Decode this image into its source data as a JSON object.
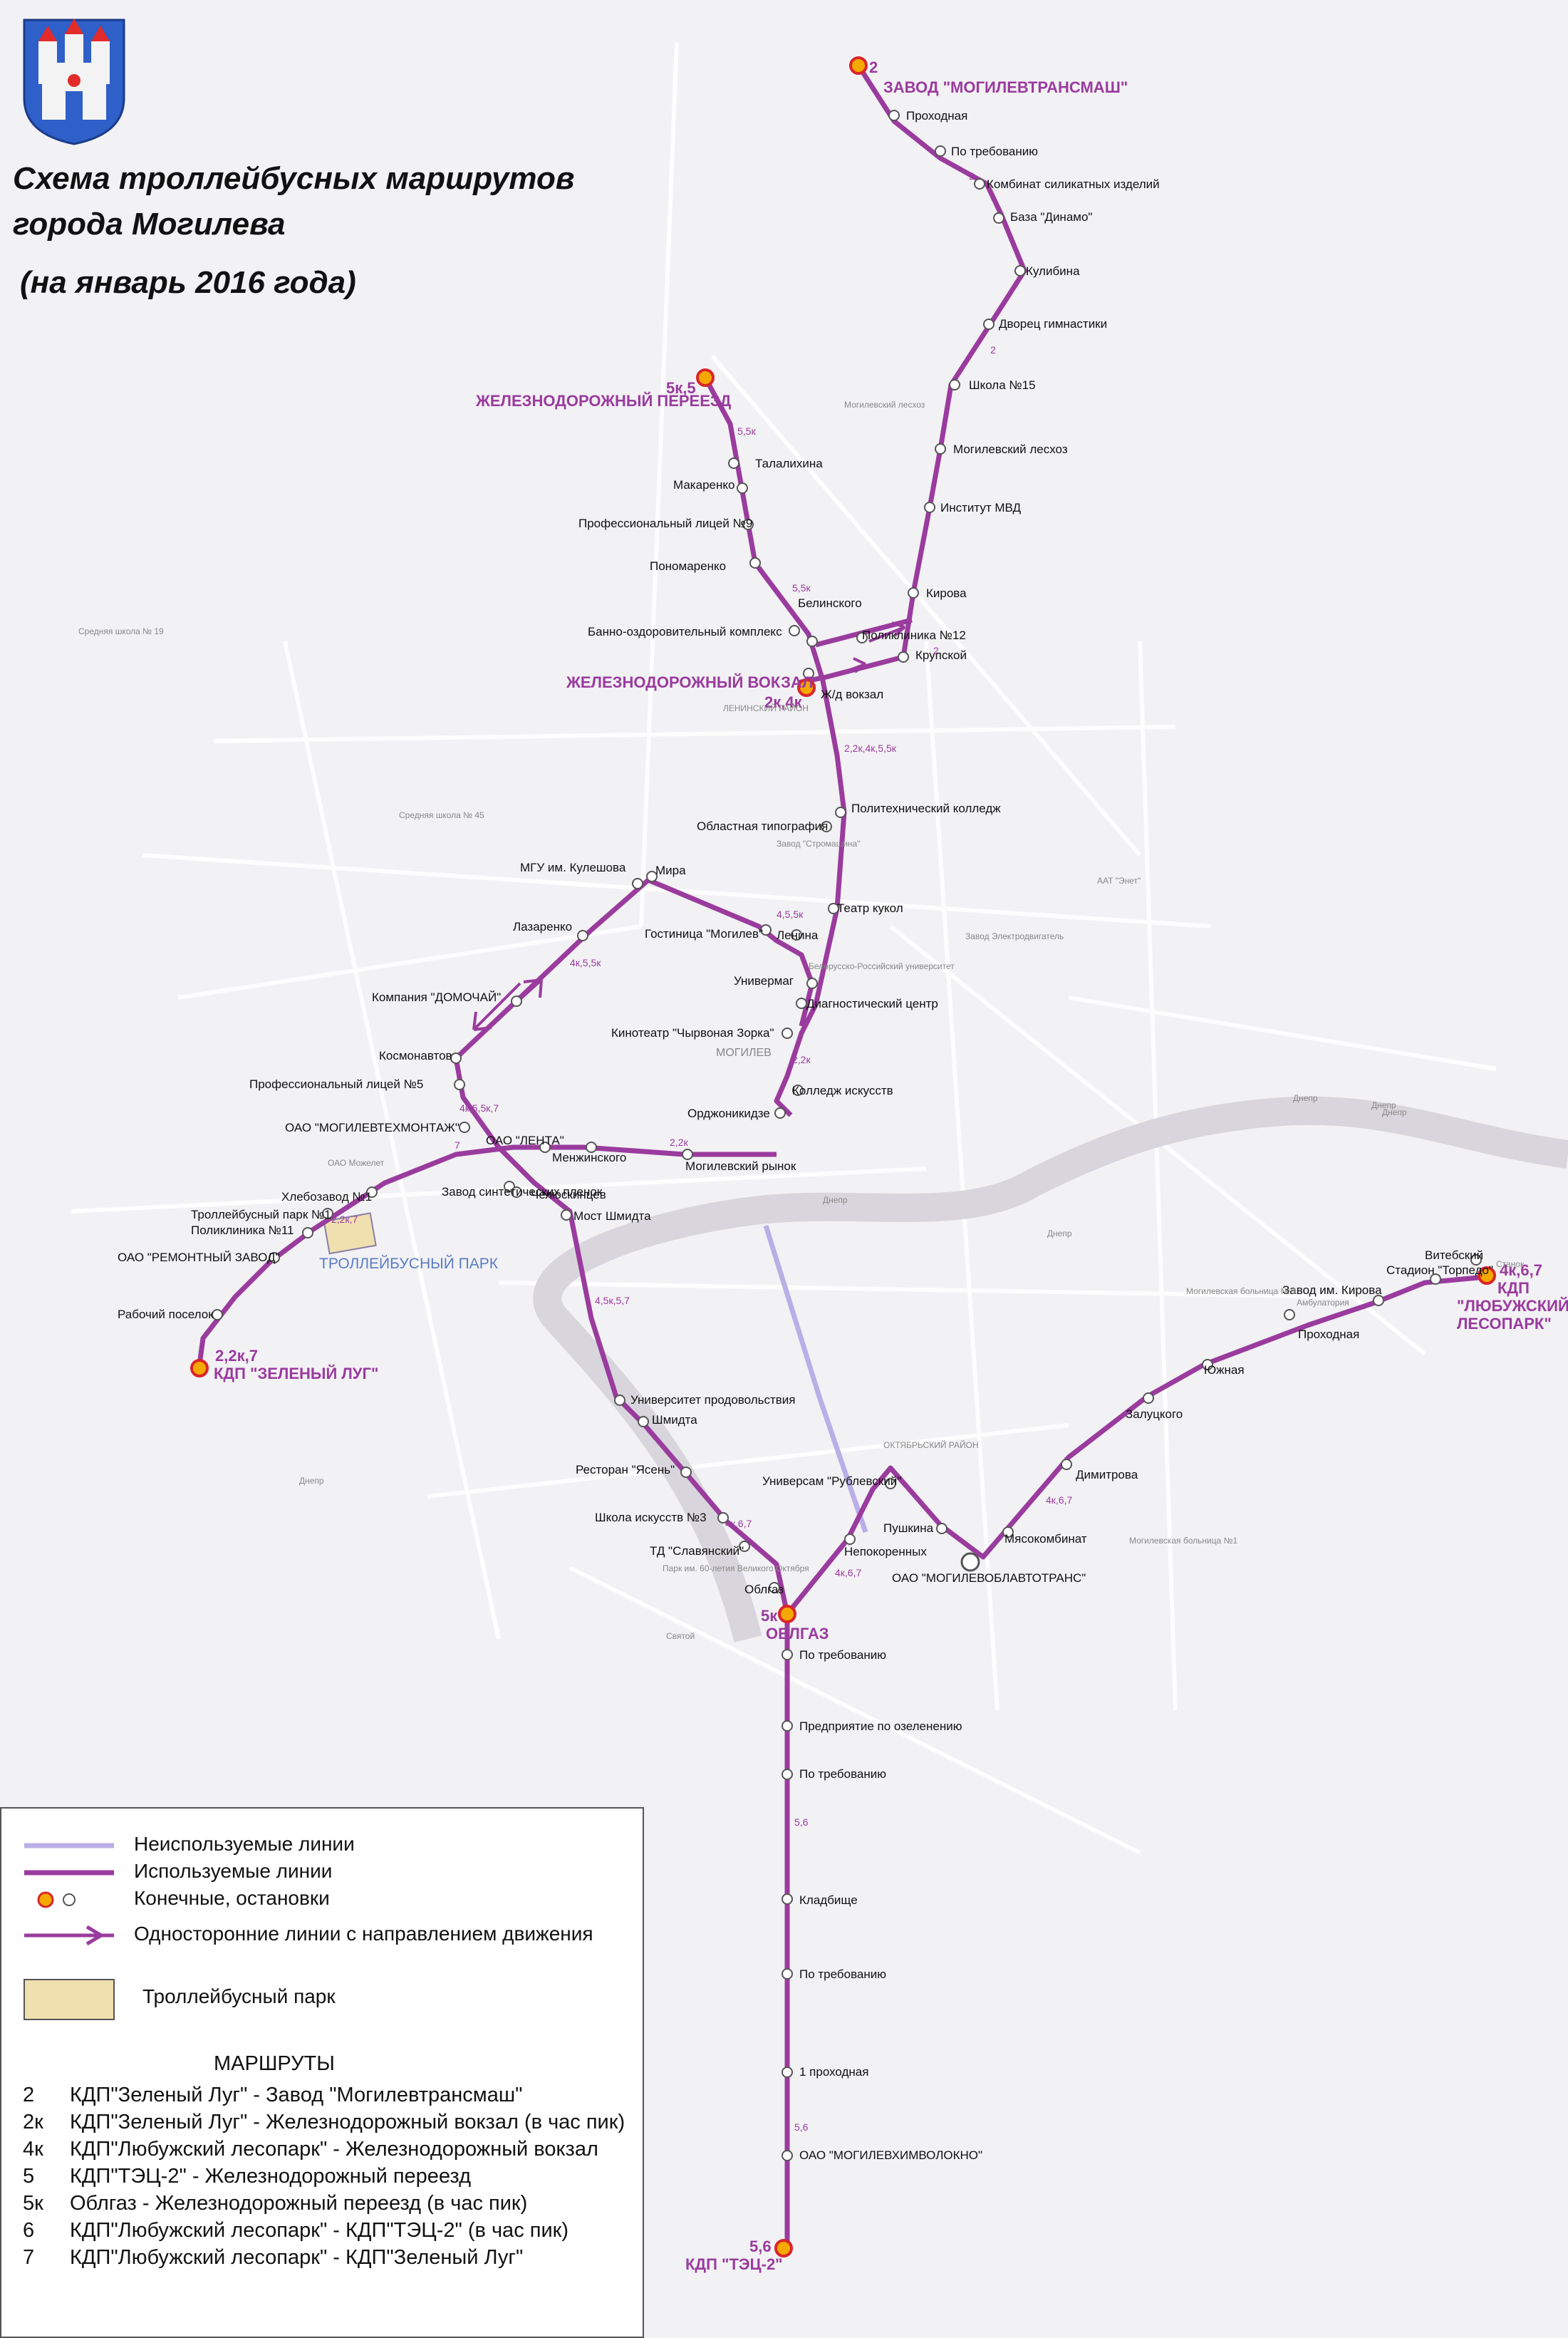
{
  "titles": {
    "line1": "Схема троллейбусных маршрутов",
    "line2": "города Могилева",
    "line3": "(на январь 2016 года)"
  },
  "colors": {
    "route": "#9a3b9e",
    "terminal_fill": "#f5a800",
    "terminal_ring": "#d9262b",
    "depot": "#f0e0b0",
    "unused": "#b9aee6",
    "label": "#9a3b9e"
  },
  "terminals": {
    "zavod": "ЗАВОД \"МОГИЛЕВТРАНСМАШ\"",
    "zavod_code": "2",
    "pereezd": "ЖЕЛЕЗНОДОРОЖНЫЙ ПЕРЕЕЗД",
    "pereezd_code": "5к,5",
    "vokzal": "ЖЕЛЕЗНОДОРОЖНЫЙ ВОКЗАЛ",
    "vokzal_code": "2к,4к",
    "zeleny_code": "2,2к,7",
    "zeleny": "КДП \"ЗЕЛЕНЫЙ ЛУГ\"",
    "lyubuzh_code": "4к,6,7",
    "lyubuzh_1": "КДП",
    "lyubuzh_2": "\"ЛЮБУЖСКИЙ",
    "lyubuzh_3": "ЛЕСОПАРК\"",
    "oblgaz_code": "5к",
    "oblgaz": "ОБЛГАЗ",
    "tec_code": "5,6",
    "tec": "КДП \"ТЭЦ-2\""
  },
  "depot_label": "ТРОЛЛЕЙБУСНЫЙ ПАРК",
  "stops": [
    "Проходная",
    "По требованию",
    "Комбинат силикатных изделий",
    "База \"Динамо\"",
    "Кулибина",
    "Дворец гимнастики",
    "Школа №15",
    "Могилевский лесхоз",
    "Институт МВД",
    "Кирова",
    "Белинского",
    "Поликлиника №12",
    "Крупской",
    "Ж/д вокзал",
    "Талалихина",
    "Макаренко",
    "Профессиональный лицей №9",
    "Пономаренко",
    "Банно-оздоровительный комплекс",
    "Политехнический колледж",
    "Областная типография",
    "Мира",
    "МГУ им. Кулешова",
    "Лазаренко",
    "Театр кукол",
    "Гостиница \"Могилев\"",
    "Ленина",
    "Универмаг",
    "Компания \"ДОМОЧАЙ\"",
    "Диагностический центр",
    "Кинотеатр \"Чырвоная Зорка\"",
    "Космонавтов",
    "Профессиональный лицей №5",
    "Колледж искусств",
    "Орджоникидзе",
    "ОАО \"МОГИЛЕВТЕХМОНТАЖ\"",
    "ОАО \"ЛЕНТА\"",
    "Менжинского",
    "Могилевский рынок",
    "Хлебозавод №1",
    "Троллейбусный парк №1",
    "Завод синтетических пленок",
    "Челюскинцев",
    "Поликлиника №11",
    "Мост Шмидта",
    "ОАО \"РЕМОНТНЫЙ ЗАВОД\"",
    "Рабочий поселок",
    "Витебский",
    "Стадион \"Торпедо\"",
    "Завод им. Кирова",
    "Проходная",
    "Южная",
    "Залуцкого",
    "Димитрова",
    "Университет продовольствия",
    "Шмидта",
    "Ресторан \"Ясень\"",
    "Универсам \"Рублевский\"",
    "Школа искусств №3",
    "Пушкина",
    "Мясокомбинат",
    "Непокоренных",
    "ТД \"Славянский\"",
    "ОАО \"МОГИЛЕВОБЛАВТОТРАНС\"",
    "Облгаз",
    "По требованию",
    "Предприятие по озеленению",
    "По требованию",
    "Кладбище",
    "По требованию",
    "1 проходная",
    "ОАО \"МОГИЛЕВХИМВОЛОКНО\""
  ],
  "segment_labels": [
    "2",
    "2",
    "2",
    "5,5к",
    "5,5к",
    "2,2к,4к,5,5к",
    "4,5,5к",
    "4к,5,5к",
    "2,2к",
    "2,2к",
    "4к,5,5к,7",
    "2,2к,7",
    "7",
    "4,5к,5,7",
    "4к,6,7",
    "4к,6,7",
    "4к,6,7",
    "5,6",
    "5,6"
  ],
  "map_text": [
    "Могилевский лесхоз",
    "Завод \"Стромашина\"",
    "Белорусско-Российский университет",
    "ЛЕНИНСКИЙ РАЙОН",
    "МОГИЛЕВ",
    "ОКТЯБРЬСКИЙ РАЙОН",
    "Днепр",
    "Днепр",
    "Днепр",
    "ААТ \"Энет\"",
    "Завод Электродвигатель",
    "ОАО Можелет",
    "Средняя школа № 19",
    "Средняя школа № 45",
    "Могилевская больница № 1",
    "Парк им. 60-летия Великого Октября",
    "Святой",
    "Днепр",
    "Днепр",
    "Могилевская больница №1",
    "Станок",
    "Амбулатория",
    "Днепр"
  ],
  "legend": {
    "unused": "Неиспользуемые линии",
    "used": "Используемые линии",
    "stops": "Конечные, остановки",
    "oneway": "Односторонние линии с направлением движения",
    "depot": "Троллейбусный парк",
    "routes_title": "МАРШРУТЫ",
    "routes": [
      {
        "code": "2",
        "text": "КДП\"Зеленый Луг\" - Завод \"Могилевтрансмаш\""
      },
      {
        "code": "2к",
        "text": "КДП\"Зеленый Луг\" - Железнодорожный вокзал (в час пик)"
      },
      {
        "code": "4к",
        "text": "КДП\"Любужский лесопарк\" - Железнодорожный вокзал"
      },
      {
        "code": "5",
        "text": "КДП\"ТЭЦ-2\" - Железнодорожный переезд"
      },
      {
        "code": "5к",
        "text": "Облгаз - Железнодорожный переезд (в час пик)"
      },
      {
        "code": "6",
        "text": "КДП\"Любужский лесопарк\" - КДП\"ТЭЦ-2\" (в час пик)"
      },
      {
        "code": "7",
        "text": "КДП\"Любужский лесопарк\" - КДП\"Зеленый Луг\""
      }
    ]
  }
}
